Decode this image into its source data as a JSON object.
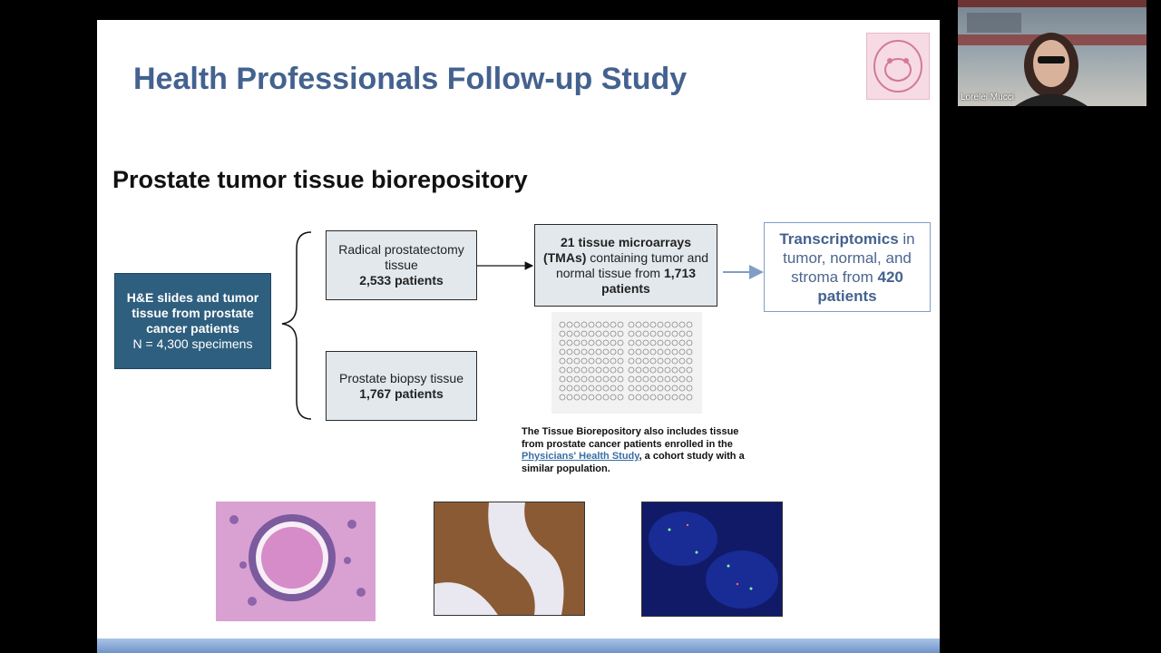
{
  "slide": {
    "title": "Health Professionals Follow-up Study",
    "subtitle": "Prostate tumor tissue biorepository",
    "source_box": {
      "line1": "H&E slides and tumor tissue from prostate cancer patients",
      "line2": "N = 4,300 specimens"
    },
    "prostatectomy_box": {
      "label": "Radical prostatectomy tissue",
      "count": "2,533 patients"
    },
    "biopsy_box": {
      "label": "Prostate biopsy tissue",
      "count": "1,767 patients"
    },
    "tma_box": {
      "bold_prefix": "21 tissue microarrays (TMAs)",
      "middle": " containing tumor and normal tissue from ",
      "bold_suffix": "1,713 patients"
    },
    "transcriptomics_box": {
      "bold_prefix": "Transcriptomics",
      "middle": " in tumor, normal, and stroma from ",
      "bold_suffix": "420 patients"
    },
    "note": {
      "text_before": "The Tissue Biorepository also includes tissue from prostate cancer patients enrolled in the ",
      "link": "Physicians' Health Study",
      "text_after": ", a cohort study with a similar population."
    }
  },
  "webcam": {
    "participant_name": "Lorelei Mucci"
  },
  "colors": {
    "title": "#44628f",
    "source_box": "#2f5f7f",
    "grey_box": "#e3e8ec",
    "link": "#3a6ea5"
  }
}
